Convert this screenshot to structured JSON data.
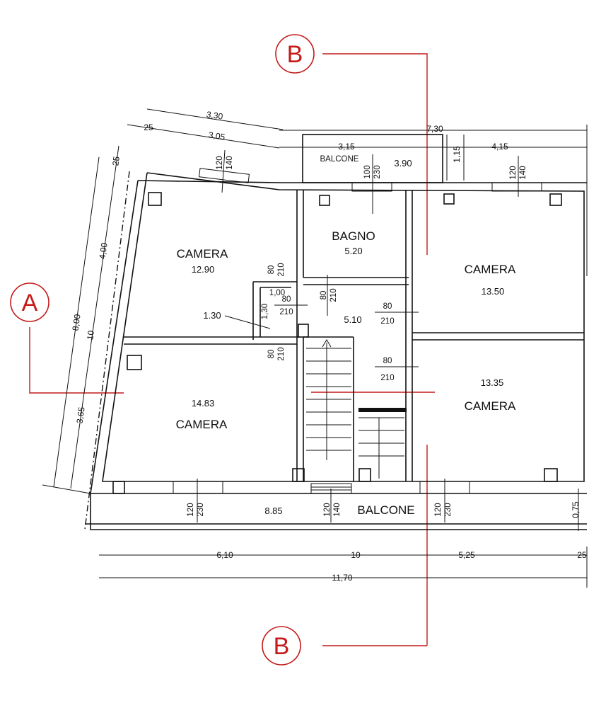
{
  "section_markers": {
    "a": "A",
    "b_top": "B",
    "b_bottom": "B"
  },
  "rooms": {
    "camera_nw": {
      "name": "CAMERA",
      "area": "12.90"
    },
    "camera_sw": {
      "name": "CAMERA",
      "area": "14.83"
    },
    "bagno": {
      "name": "BAGNO",
      "area": "5.20"
    },
    "disimpegno": {
      "area": "5.10"
    },
    "ripostiglio": {
      "area": "1.30"
    },
    "camera_ne": {
      "name": "CAMERA",
      "area": "13.50"
    },
    "camera_se": {
      "name": "CAMERA",
      "area": "13.35"
    },
    "balcone_top": {
      "name": "BALCONE",
      "area": "3.90"
    },
    "balcone_bottom": {
      "name": "BALCONE",
      "area": "8.85"
    }
  },
  "dimensions": {
    "top_3_30": "3,30",
    "top_25": "25",
    "top_3_05": "3,05",
    "top_7_30": "7,30",
    "top_3_15": "3,15",
    "top_4_15": "4,15",
    "right_1_15": "1,15",
    "left_25": "25",
    "left_4_00": "4,00",
    "left_8_00": "8,00",
    "left_10": "10",
    "left_3_65": "3,65",
    "closet_1_00": "1,00",
    "closet_1_30": "1,30",
    "right_0_75": "0,75",
    "bottom_6_10": "6,10",
    "bottom_10": "10",
    "bottom_5_25": "5,25",
    "bottom_25": "25",
    "bottom_11_70": "11,70"
  },
  "openings": {
    "w_nw": {
      "w": "120",
      "h": "140"
    },
    "w_bath": {
      "w": "100",
      "h": "230"
    },
    "w_ne": {
      "w": "120",
      "h": "140"
    },
    "d_nw": {
      "w": "80",
      "h": "210"
    },
    "d_closet": {
      "w": "80",
      "h": "210"
    },
    "d_bath": {
      "w": "80",
      "h": "210"
    },
    "d_ne": {
      "w": "80",
      "h": "210"
    },
    "d_sw": {
      "w": "80",
      "h": "210"
    },
    "d_se": {
      "w": "80",
      "h": "210"
    },
    "w_sw": {
      "w": "120",
      "h": "230"
    },
    "w_stair": {
      "w": "120",
      "h": "140"
    },
    "w_se": {
      "w": "120",
      "h": "230"
    }
  }
}
